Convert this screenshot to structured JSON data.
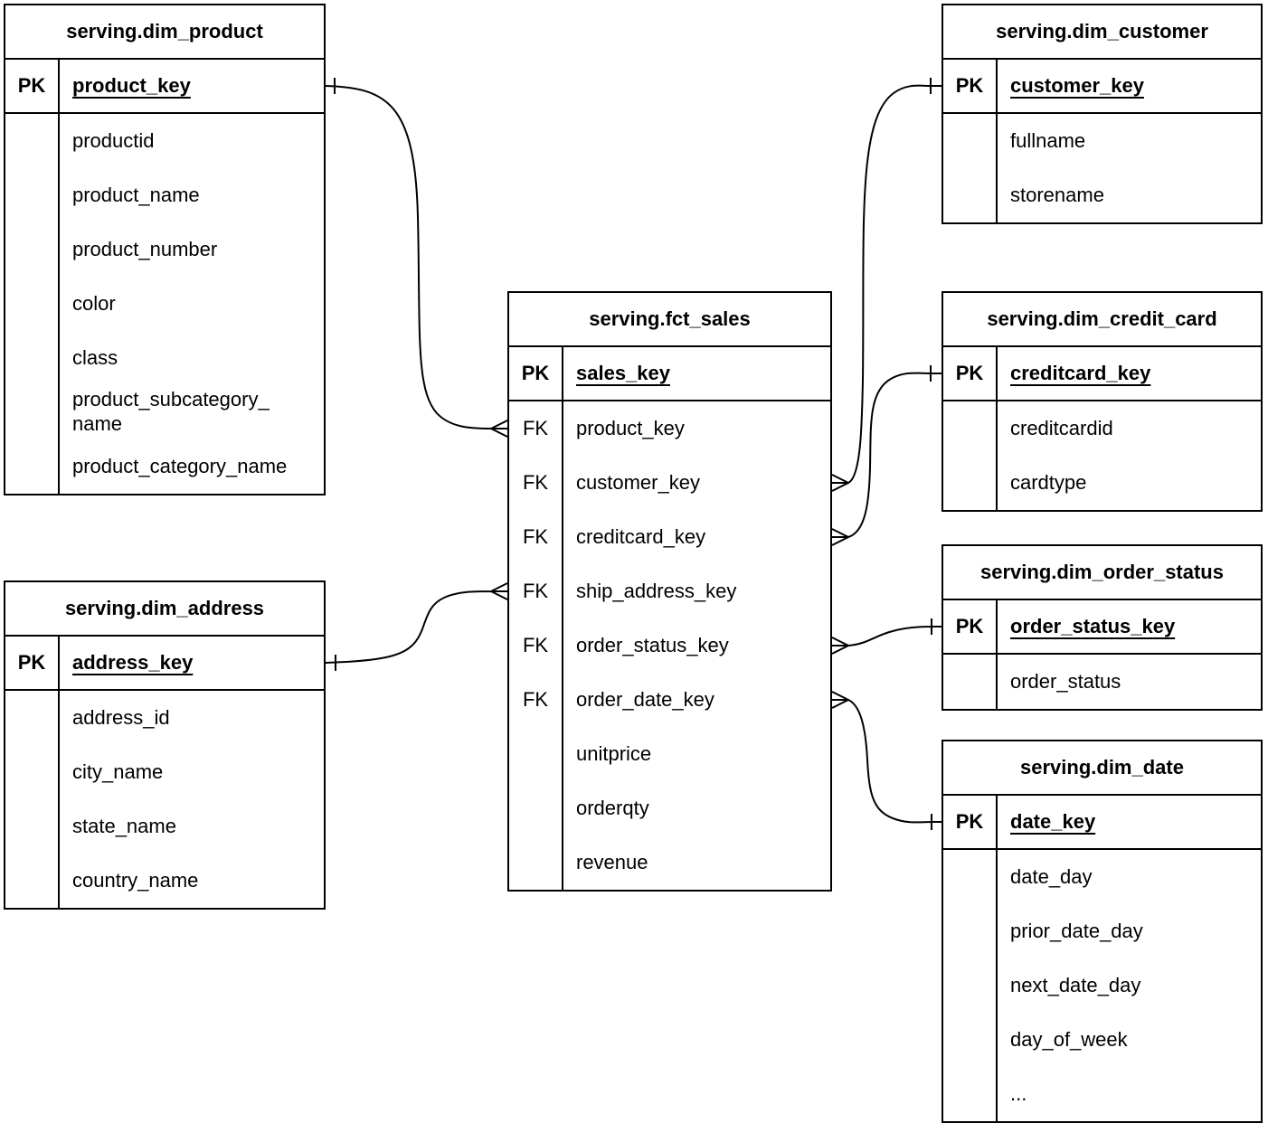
{
  "diagram": {
    "colors": {
      "line": "#000000",
      "text": "#000000",
      "background": "#ffffff"
    },
    "tables": [
      {
        "id": "dim_product",
        "title": "serving.dim_product",
        "rows": [
          {
            "key": "PK",
            "name": "product_key",
            "is_pk": true
          },
          {
            "key": "",
            "name": "productid"
          },
          {
            "key": "",
            "name": "product_name"
          },
          {
            "key": "",
            "name": "product_number"
          },
          {
            "key": "",
            "name": "color"
          },
          {
            "key": "",
            "name": "class"
          },
          {
            "key": "",
            "name": "product_subcategory_name"
          },
          {
            "key": "",
            "name": "product_category_name"
          }
        ]
      },
      {
        "id": "dim_customer",
        "title": "serving.dim_customer",
        "rows": [
          {
            "key": "PK",
            "name": "customer_key",
            "is_pk": true
          },
          {
            "key": "",
            "name": "fullname"
          },
          {
            "key": "",
            "name": "storename"
          }
        ]
      },
      {
        "id": "fct_sales",
        "title": "serving.fct_sales",
        "rows": [
          {
            "key": "PK",
            "name": "sales_key",
            "is_pk": true
          },
          {
            "key": "FK",
            "name": "product_key"
          },
          {
            "key": "FK",
            "name": "customer_key"
          },
          {
            "key": "FK",
            "name": "creditcard_key"
          },
          {
            "key": "FK",
            "name": "ship_address_key"
          },
          {
            "key": "FK",
            "name": "order_status_key"
          },
          {
            "key": "FK",
            "name": "order_date_key"
          },
          {
            "key": "",
            "name": "unitprice"
          },
          {
            "key": "",
            "name": "orderqty"
          },
          {
            "key": "",
            "name": "revenue"
          }
        ]
      },
      {
        "id": "dim_credit_card",
        "title": "serving.dim_credit_card",
        "rows": [
          {
            "key": "PK",
            "name": "creditcard_key",
            "is_pk": true
          },
          {
            "key": "",
            "name": "creditcardid"
          },
          {
            "key": "",
            "name": "cardtype"
          }
        ]
      },
      {
        "id": "dim_order_status",
        "title": "serving.dim_order_status",
        "rows": [
          {
            "key": "PK",
            "name": "order_status_key",
            "is_pk": true
          },
          {
            "key": "",
            "name": "order_status"
          }
        ]
      },
      {
        "id": "dim_date",
        "title": "serving.dim_date",
        "rows": [
          {
            "key": "PK",
            "name": "date_key",
            "is_pk": true
          },
          {
            "key": "",
            "name": "date_day"
          },
          {
            "key": "",
            "name": "prior_date_day"
          },
          {
            "key": "",
            "name": "next_date_day"
          },
          {
            "key": "",
            "name": "day_of_week"
          },
          {
            "key": "",
            "name": "..."
          }
        ]
      },
      {
        "id": "dim_address",
        "title": "serving.dim_address",
        "rows": [
          {
            "key": "PK",
            "name": "address_key",
            "is_pk": true
          },
          {
            "key": "",
            "name": "address_id"
          },
          {
            "key": "",
            "name": "city_name"
          },
          {
            "key": "",
            "name": "state_name"
          },
          {
            "key": "",
            "name": "country_name"
          }
        ]
      }
    ],
    "relationships": [
      {
        "from": "serving.fct_sales.product_key",
        "from_cardinality": "many",
        "to": "serving.dim_product.product_key",
        "to_cardinality": "one"
      },
      {
        "from": "serving.fct_sales.customer_key",
        "from_cardinality": "many",
        "to": "serving.dim_customer.customer_key",
        "to_cardinality": "one"
      },
      {
        "from": "serving.fct_sales.creditcard_key",
        "from_cardinality": "many",
        "to": "serving.dim_credit_card.creditcard_key",
        "to_cardinality": "one"
      },
      {
        "from": "serving.fct_sales.ship_address_key",
        "from_cardinality": "many",
        "to": "serving.dim_address.address_key",
        "to_cardinality": "one"
      },
      {
        "from": "serving.fct_sales.order_status_key",
        "from_cardinality": "many",
        "to": "serving.dim_order_status.order_status_key",
        "to_cardinality": "one"
      },
      {
        "from": "serving.fct_sales.order_date_key",
        "from_cardinality": "many",
        "to": "serving.dim_date.date_key",
        "to_cardinality": "one"
      }
    ]
  }
}
